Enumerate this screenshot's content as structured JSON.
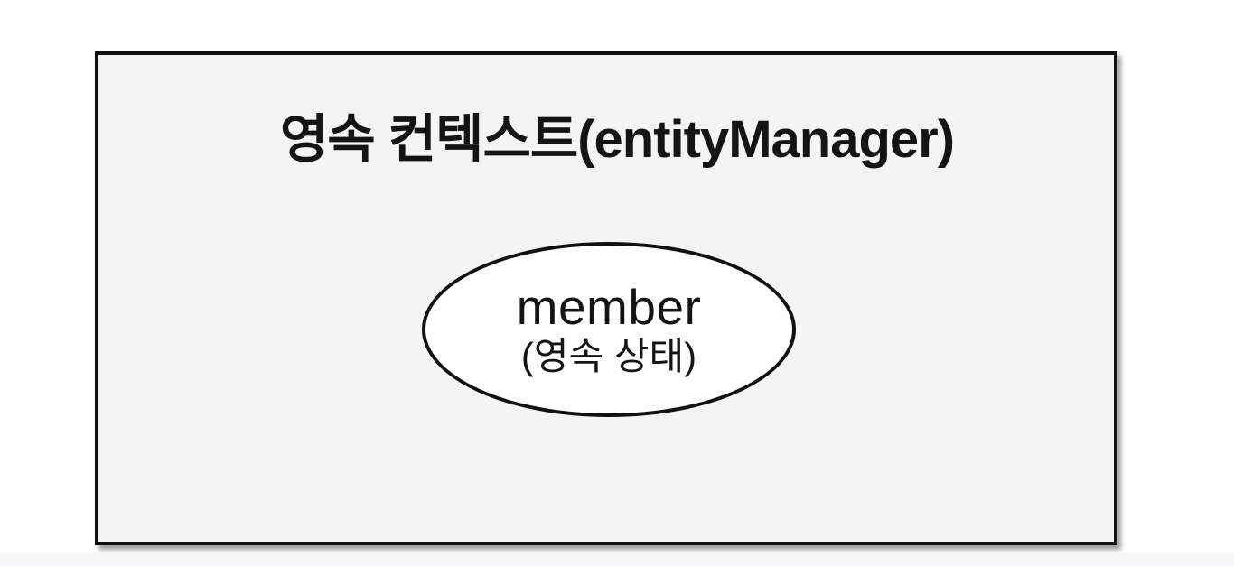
{
  "colors": {
    "page_background": "#ffffff",
    "box_fill": "#f4f4f4",
    "box_border": "#111111",
    "ellipse_fill": "#ffffff",
    "ellipse_border": "#111111",
    "bottom_strip": "#f5f6f7",
    "text": "#141414"
  },
  "diagram": {
    "box_title": "영속 컨텍스트(entityManager)",
    "entity": {
      "name": "member",
      "state": "(영속 상태)"
    }
  }
}
